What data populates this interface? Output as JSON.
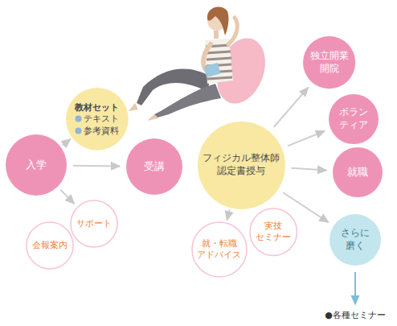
{
  "diagram": {
    "nodes": [
      {
        "text": [
          "入学"
        ]
      },
      {
        "text": [
          "教材セット",
          "テキスト",
          "参考資料"
        ]
      },
      {
        "text": [
          "サポート"
        ]
      },
      {
        "text": [
          "会報案内"
        ]
      },
      {
        "text": [
          "受講"
        ]
      },
      {
        "text": [
          "フィジカル整体師 認定書授与"
        ]
      },
      {
        "text": [
          "独立開業 開院"
        ]
      },
      {
        "text": [
          "ボラン ティア"
        ]
      },
      {
        "text": [
          "就職"
        ]
      },
      {
        "text": [
          "実技 セミナー"
        ]
      },
      {
        "text": [
          "就・転職 アドバイス"
        ]
      },
      {
        "text": [
          "さらに 磨く"
        ]
      }
    ],
    "edges": [
      {
        "from": 0,
        "to": 1,
        "arrow": "to"
      },
      {
        "from": 0,
        "to": 4,
        "arrow": "to"
      },
      {
        "from": 0,
        "to": 2,
        "arrow": "to"
      },
      {
        "from": 5,
        "to": 6,
        "arrow": "to"
      },
      {
        "from": 5,
        "to": 7,
        "arrow": "to"
      },
      {
        "from": 5,
        "to": 8,
        "arrow": "to"
      },
      {
        "from": 5,
        "to": 10,
        "arrow": "to"
      },
      {
        "from": 5,
        "to": 11,
        "arrow": "to"
      }
    ],
    "labels": [
      "●各種セミナー"
    ]
  }
}
